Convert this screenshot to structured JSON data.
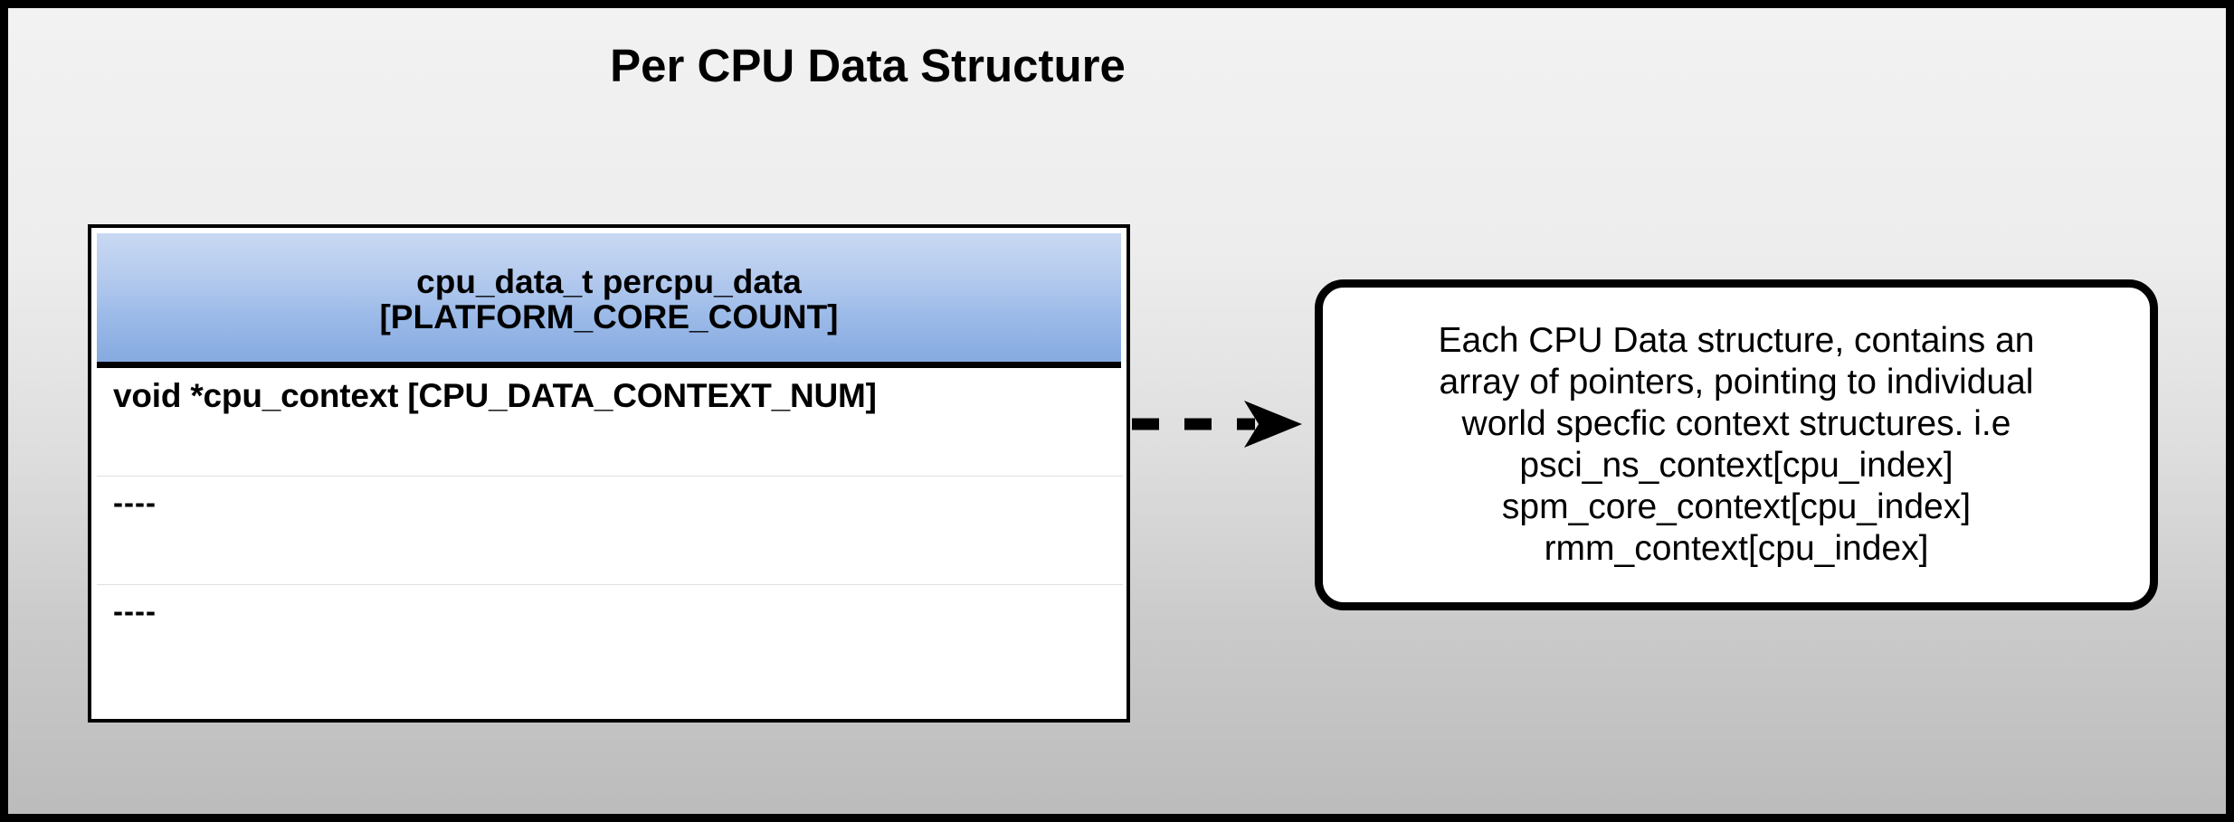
{
  "diagram": {
    "title": "Per CPU Data Structure",
    "background": {
      "gradient_top": "#f2f2f2",
      "gradient_bottom": "#bcbcbc",
      "border_color": "#000000"
    }
  },
  "struct_table": {
    "header": {
      "line1": "cpu_data_t percpu_data",
      "line2": "[PLATFORM_CORE_COUNT]",
      "gradient_top": "#c9d9f3",
      "gradient_bottom": "#86aae0"
    },
    "rows": [
      {
        "text": "void *cpu_context [CPU_DATA_CONTEXT_NUM]"
      },
      {
        "text": "----"
      },
      {
        "text": "----"
      }
    ]
  },
  "connector": {
    "style": "dashed",
    "arrowhead": "filled-triangle",
    "color": "#000000"
  },
  "note": {
    "lines": [
      "Each CPU Data structure, contains an",
      "array of pointers, pointing to individual",
      "world specfic context structures. i.e",
      "psci_ns_context[cpu_index]",
      "spm_core_context[cpu_index]",
      "rmm_context[cpu_index]"
    ],
    "border_color": "#000000",
    "background": "#ffffff"
  }
}
